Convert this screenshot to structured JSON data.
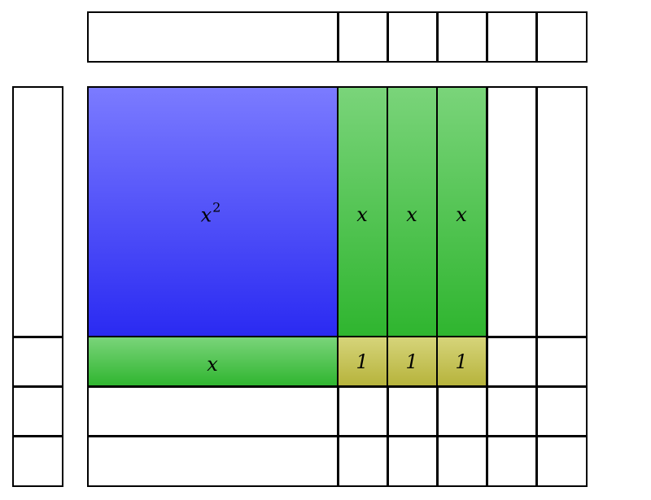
{
  "tiles": {
    "x_squared": {
      "base": "x",
      "exponent": "2"
    },
    "x": "x",
    "one": "1"
  },
  "colors": {
    "x_squared_tile": "#4a4af8",
    "x_tile": "#4cc14c",
    "unit_tile": "#c8c55a",
    "border": "#000000"
  }
}
